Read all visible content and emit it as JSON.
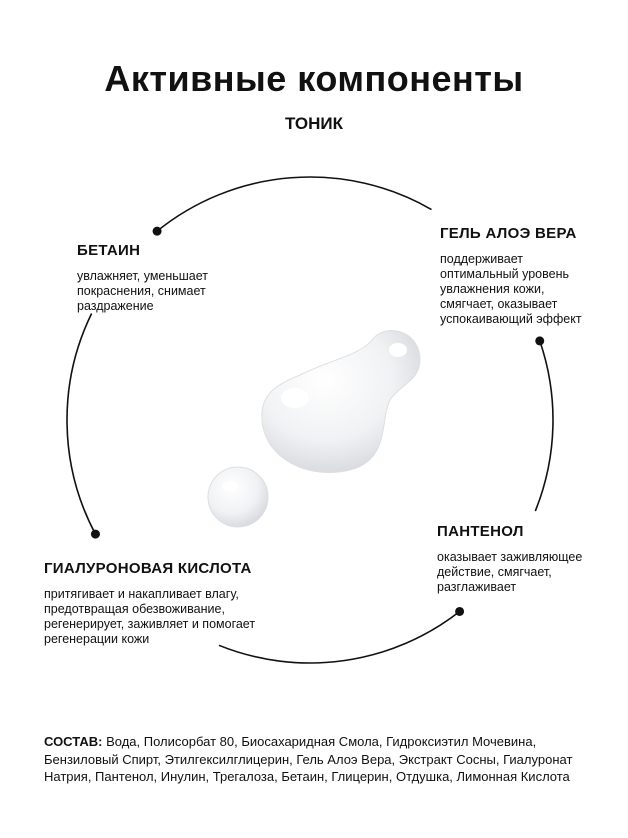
{
  "header": {
    "title": "Активные компоненты",
    "subtitle": "ТОНИК"
  },
  "components": [
    {
      "name": "БЕТАИН",
      "desc": "увлажняет, уменьшает покраснения, снимает раздражение"
    },
    {
      "name": "ГЕЛЬ АЛОЭ ВЕРА",
      "desc": "поддерживает оптимальный уровень увлажнения кожи, смягчает, оказывает успокаивающий эффект"
    },
    {
      "name": "ГИАЛУРОНОВАЯ КИСЛОТА",
      "desc": "притягивает и накапливает влагу, предотвращая обезвоживание, регенерирует, заживляет и помогает регенерации кожи"
    },
    {
      "name": "ПАНТЕНОЛ",
      "desc": "оказывает заживляющее действие, смягчает, разглаживает"
    }
  ],
  "composition": {
    "label": "СОСТАВ:",
    "text": "Вода, Полисорбат 80, Биосахаридная Смола, Гидроксиэтил Мочевина, Бензиловый Спирт, Этилгексилглицерин, Гель Алоэ Вера, Экстракт Сосны, Гиалуронат Натрия, Пантенол, Инулин, Трегалоза, Бетаин, Глицерин, Отдушка, Лимонная Кислота"
  }
}
